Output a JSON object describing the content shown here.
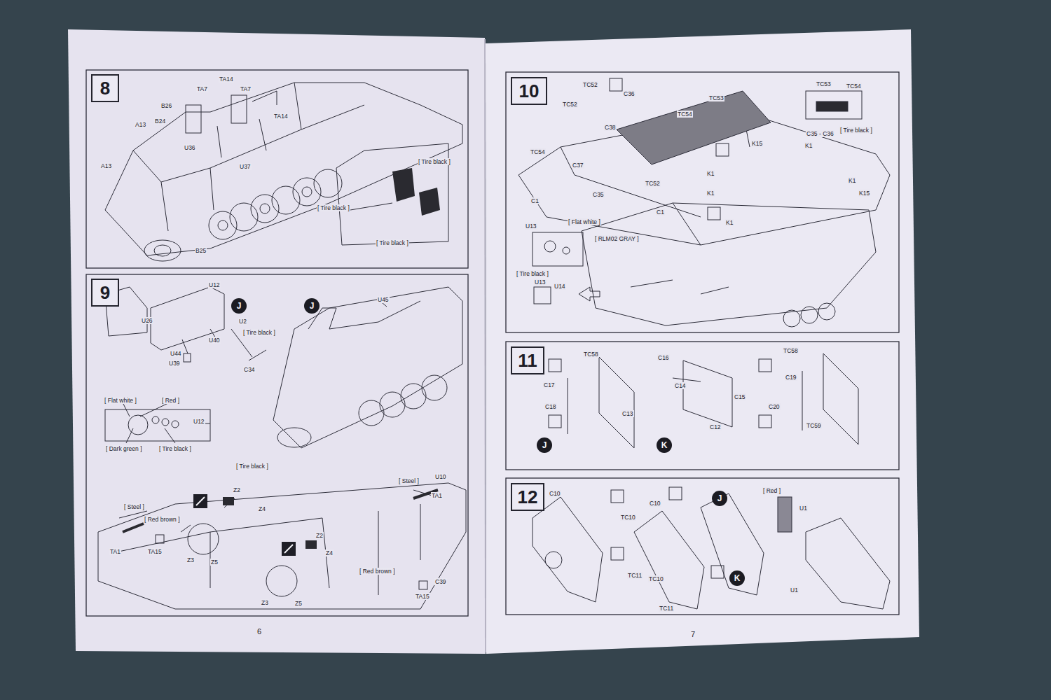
{
  "diagram": {
    "nodes": [
      {
        "text": [
          "8"
        ]
      },
      {
        "text": [
          "9"
        ]
      },
      {
        "text": [
          "J"
        ]
      },
      {
        "text": [
          "J"
        ]
      },
      {
        "text": [
          "10"
        ]
      },
      {
        "text": [
          "11"
        ]
      },
      {
        "text": [
          "J"
        ]
      },
      {
        "text": [
          "K"
        ]
      },
      {
        "text": [
          "12"
        ]
      },
      {
        "text": [
          "J"
        ]
      },
      {
        "text": [
          "K"
        ]
      }
    ],
    "labels": [
      "TA14",
      "TA7",
      "TA7",
      "B26",
      "TA14",
      "B24",
      "A13",
      "U36",
      "A13",
      "U37",
      "B25",
      "[ Tire black ]",
      "[ Tire black ]",
      "[ Tire black ]",
      "U12",
      "U26",
      "U2",
      "[ Tire black ]",
      "U45",
      "U40",
      "U44",
      "U39",
      "C34",
      "[ Flat white ]",
      "[ Red ]",
      "U12",
      "[ Dark green ]",
      "[ Tire black ]",
      "[ Tire black ]",
      "Z2",
      "[ Steel ]",
      "U10",
      "TA1",
      "[ Steel ]",
      "Z4",
      "[ Red brown ]",
      "TA1",
      "TA15",
      "Z3",
      "Z5",
      "Z2",
      "Z4",
      "Z3",
      "Z5",
      "[ Red brown ]",
      "C39",
      "TA15",
      "TC52",
      "C36",
      "TC53",
      "TC52",
      "TC54",
      "C38",
      "TC53",
      "TC54",
      "C35 - C36",
      "[ Tire black ]",
      "K15",
      "K1",
      "TC54",
      "C37",
      "C35",
      "TC52",
      "K1",
      "K1",
      "K1",
      "K15",
      "C1",
      "K1",
      "C1",
      "U13",
      "[ Flat white ]",
      "[ RLM02 GRAY ]",
      "[ Tire black ]",
      "U13",
      "U14",
      "TC58",
      "C16",
      "TC58",
      "C17",
      "C14",
      "C19",
      "C15",
      "C18",
      "C13",
      "C20",
      "TC59",
      "C12",
      "C10",
      "C10",
      "TC10",
      "[ Red ]",
      "U1",
      "TC11",
      "TC10",
      "TC11",
      "U1",
      "6",
      "7"
    ]
  }
}
